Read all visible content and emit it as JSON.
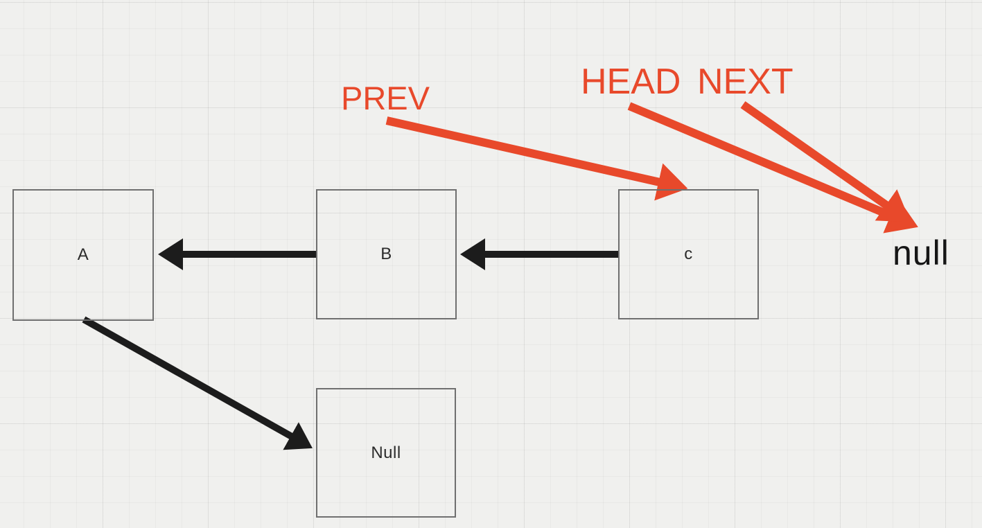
{
  "diagram": {
    "description": "Linked list reversal diagram",
    "nodes": [
      {
        "id": "node-a",
        "label": "A"
      },
      {
        "id": "node-b",
        "label": "B"
      },
      {
        "id": "node-c",
        "label": "c"
      },
      {
        "id": "node-null",
        "label": "Null"
      }
    ],
    "null_text": "null",
    "pointer_labels": {
      "prev": "PREV",
      "head": "HEAD",
      "next": "NEXT"
    },
    "links": [
      {
        "from": "node-b",
        "to": "node-a"
      },
      {
        "from": "node-c",
        "to": "node-b"
      },
      {
        "from": "node-a",
        "to": "node-null"
      }
    ],
    "pointers": [
      {
        "label": "PREV",
        "points_to": "node-c"
      },
      {
        "label": "HEAD",
        "points_to": "null"
      },
      {
        "label": "NEXT",
        "points_to": "null"
      }
    ],
    "colors": {
      "background": "#F0F0EE",
      "accent": "#E8492B",
      "link": "#1C1C1C",
      "node_border": "#6F6F6F",
      "label_text": "#2B2B2B"
    }
  }
}
